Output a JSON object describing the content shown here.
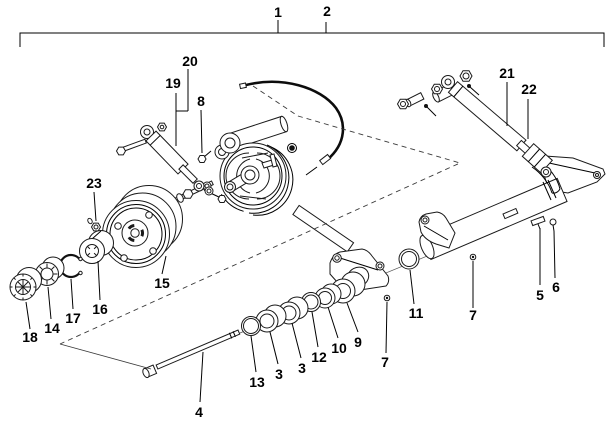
{
  "figure": {
    "type": "exploded-parts-diagram",
    "background": "#ffffff",
    "line_color": "#000000",
    "dashed_guide_color": "#3a3a3a"
  },
  "callouts": [
    {
      "text": "1"
    },
    {
      "text": "2"
    },
    {
      "text": "20"
    },
    {
      "text": "19"
    },
    {
      "text": "8"
    },
    {
      "text": "21"
    },
    {
      "text": "22"
    },
    {
      "text": "23"
    },
    {
      "text": "15"
    },
    {
      "text": "16"
    },
    {
      "text": "17"
    },
    {
      "text": "14"
    },
    {
      "text": "18"
    },
    {
      "text": "13"
    },
    {
      "text": "3"
    },
    {
      "text": "3"
    },
    {
      "text": "12"
    },
    {
      "text": "10"
    },
    {
      "text": "9"
    },
    {
      "text": "4"
    },
    {
      "text": "7"
    },
    {
      "text": "11"
    },
    {
      "text": "7"
    },
    {
      "text": "5"
    },
    {
      "text": "6"
    }
  ]
}
